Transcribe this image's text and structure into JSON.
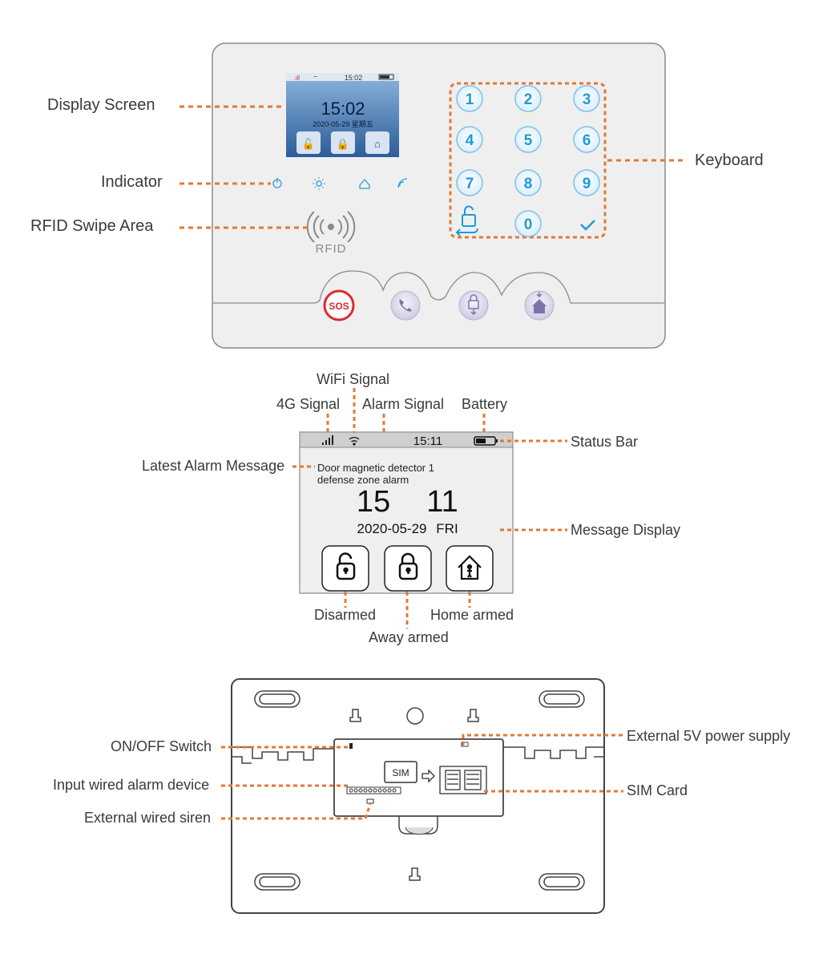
{
  "colors": {
    "accent": "#e07a35",
    "key_blue": "#1e9bd7",
    "panel": "#eeeeef",
    "sos": "#e0282e"
  },
  "panel": {
    "screen": {
      "time": "15:02",
      "clock": "15:02",
      "date": "2020-05-29 星期五"
    },
    "keys": [
      "1",
      "2",
      "3",
      "4",
      "5",
      "6",
      "7",
      "8",
      "9",
      "0"
    ],
    "rfid_text": "RFID",
    "sos_label": "SOS",
    "labels": {
      "display_screen": "Display Screen",
      "indicator": "Indicator",
      "rfid_area": "RFID Swipe Area",
      "keyboard": "Keyboard"
    }
  },
  "screen_detail": {
    "time_status": "15:11",
    "message_line1": "Door magnetic detector 1",
    "message_line2": "defense zone alarm",
    "clock_hours": "15",
    "clock_minutes": "11",
    "date": "2020-05-29",
    "weekday": "FRI",
    "labels": {
      "wifi_signal": "WiFi Signal",
      "signal_4g": "4G Signal",
      "alarm_signal": "Alarm Signal",
      "battery": "Battery",
      "status_bar": "Status Bar",
      "latest_alarm": "Latest Alarm Message",
      "message_display": "Message Display",
      "disarmed": "Disarmed",
      "home_armed": "Home armed",
      "away_armed": "Away armed"
    }
  },
  "back": {
    "sim_text": "SIM",
    "labels": {
      "onoff": "ON/OFF Switch",
      "input_wired": "Input wired alarm device",
      "external_siren": "External wired siren",
      "external_power": "External 5V power supply",
      "sim_card": "SIM Card"
    }
  }
}
